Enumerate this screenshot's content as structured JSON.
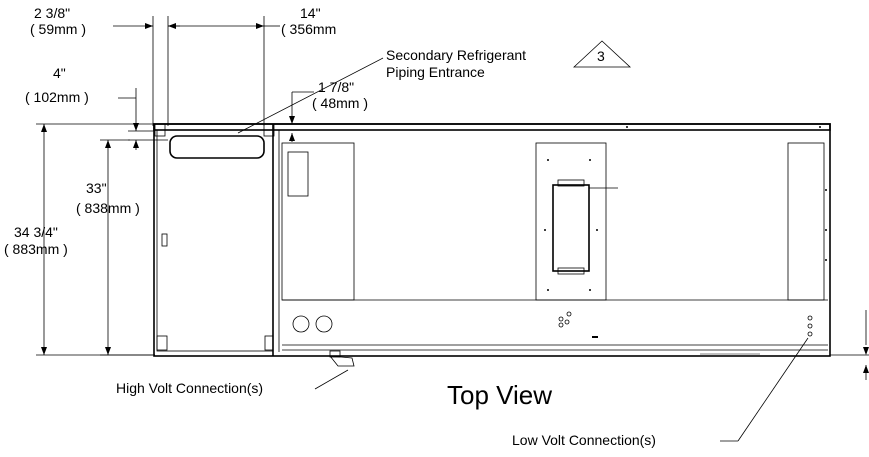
{
  "dimensions": {
    "left_offset": {
      "imperial": "2 3/8\"",
      "metric": "( 59mm )"
    },
    "pipe_width": {
      "imperial": "14\"",
      "metric": "( 356mm"
    },
    "top_offset": {
      "imperial": "4\"",
      "metric": "( 102mm )"
    },
    "gap": {
      "imperial": "1 7/8\"",
      "metric": "( 48mm )"
    },
    "inner_depth": {
      "imperial": "33\"",
      "metric": "( 838mm )"
    },
    "overall_depth": {
      "imperial": "34 3/4\"",
      "metric": "( 883mm )"
    }
  },
  "labels": {
    "secondary_refrigerant_line1": "Secondary Refrigerant",
    "secondary_refrigerant_line2": "Piping Entrance",
    "note_number": "3",
    "high_volt": "High Volt Connection(s)",
    "low_volt": "Low Volt Connection(s)",
    "view_title": "Top View"
  }
}
